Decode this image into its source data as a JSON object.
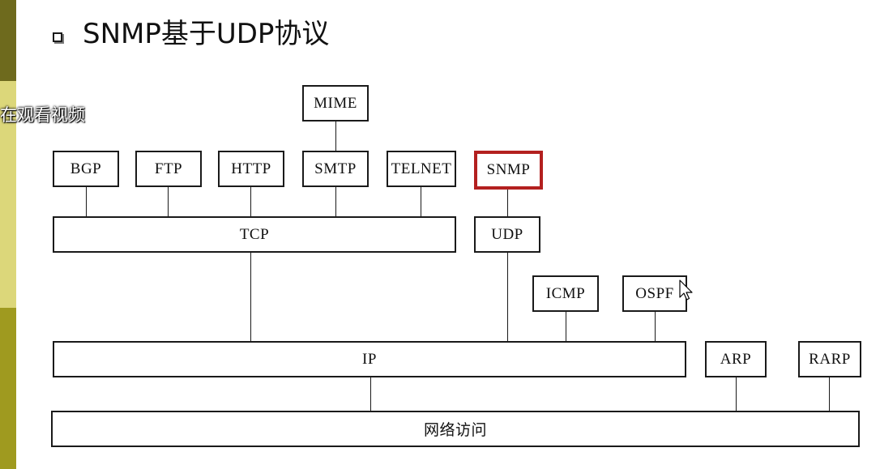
{
  "slide": {
    "title": "SNMP基于UDP协议",
    "overlay_text": "在观看视频"
  },
  "diagram": {
    "application_layer": {
      "mime": "MIME",
      "bgp": "BGP",
      "ftp": "FTP",
      "http": "HTTP",
      "smtp": "SMTP",
      "telnet": "TELNET",
      "snmp": "SNMP"
    },
    "transport_layer": {
      "tcp": "TCP",
      "udp": "UDP"
    },
    "network_layer": {
      "icmp": "ICMP",
      "ospf": "OSPF",
      "ip": "IP",
      "arp": "ARP",
      "rarp": "RARP"
    },
    "link_layer": {
      "network_access": "网络访问"
    },
    "highlight_color": "#b3201f"
  }
}
